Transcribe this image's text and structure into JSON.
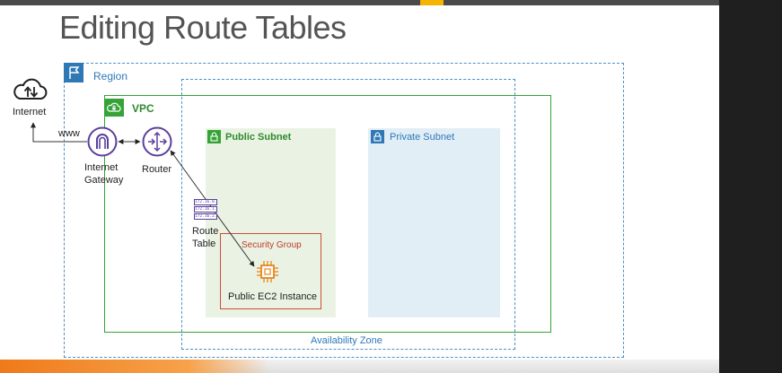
{
  "slide": {
    "title": "Editing Route Tables"
  },
  "diagram": {
    "internet_label": "Internet",
    "www_label": "www",
    "region_label": "Region",
    "vpc_label": "VPC",
    "availability_zone_label": "Availability Zone",
    "public_subnet_label": "Public Subnet",
    "private_subnet_label": "Private Subnet",
    "security_group_label": "Security Group",
    "ec2_label": "Public EC2 Instance",
    "gateway_label_line1": "Internet",
    "gateway_label_line2": "Gateway",
    "router_label": "Router",
    "route_table_label_line1": "Route",
    "route_table_label_line2": "Table",
    "route_table_entries": [
      "172.16.0.0",
      "172.16.1.0",
      "172.16.2.0"
    ]
  },
  "colors": {
    "region_blue": "#2f78b6",
    "vpc_green": "#36a336",
    "public_subnet_bg": "#eaf3e3",
    "private_subnet_bg": "#e1eef6",
    "security_group_red": "#d14a3a",
    "ec2_orange": "#e8861a",
    "network_purple": "#5a3f9e"
  },
  "icons": {
    "internet": "cloud-icon",
    "region": "flag-icon",
    "vpc": "cloud-lock-icon",
    "public_subnet": "lock-icon",
    "private_subnet": "lock-icon",
    "gateway": "arch-gateway-icon",
    "router": "router-arrows-icon",
    "route_table": "table-icon",
    "ec2": "chip-icon"
  }
}
